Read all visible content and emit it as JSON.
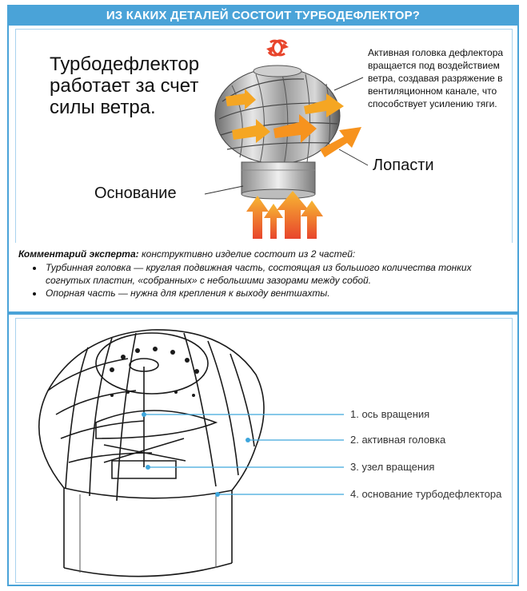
{
  "header": {
    "title": "ИЗ КАКИХ ДЕТАЛЕЙ СОСТОИТ ТУРБОДЕФЛЕКТОР?"
  },
  "top_panel": {
    "headline_lines": [
      "Турбодефлектор",
      "работает за счет",
      "силы ветра."
    ],
    "description_lines": [
      "Активная головка дефлектора",
      "вращается под воздействием",
      "ветра, создавая разряжение в",
      "вентиляционном канале, что",
      "способствует усилению тяги."
    ],
    "label_blades": "Лопасти",
    "label_base": "Основание",
    "rotate_icon": "rotate-arrows-icon",
    "accent_color": "#f5a623"
  },
  "comment": {
    "lead_bold": "Комментарий эксперта:",
    "lead_text": " конструктивно изделие состоит из 2 частей:",
    "items": [
      {
        "term": "Турбинная головка",
        "line1": " — круглая подвижная часть, состоящая из большого количества тонких",
        "line2": "согнутых пластин, «собранных» с небольшими зазорами между собой."
      },
      {
        "term": "Опорная часть",
        "line1": " — нужна для крепления к выходу вентшахты.",
        "line2": ""
      }
    ]
  },
  "bottom_panel": {
    "callouts": [
      "1. ось вращения",
      "2. активная головка",
      "3. узел вращения",
      "4. основание турбодефлектора"
    ],
    "callout_color": "#3ea6dc"
  },
  "colors": {
    "frame": "#4aa3d8",
    "banner_text": "#ffffff",
    "arrow_orange": "#f5a623",
    "arrow_red": "#e8452c"
  }
}
